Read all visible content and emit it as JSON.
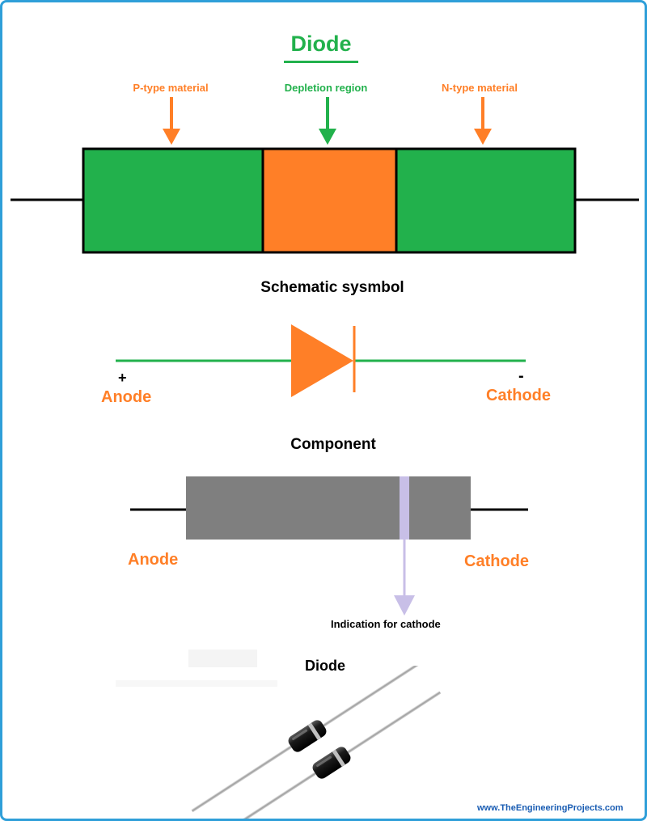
{
  "title": "Diode",
  "structure": {
    "p_label": "P-type material",
    "depletion_label": "Depletion region",
    "n_label": "N-type material"
  },
  "schematic": {
    "heading": "Schematic sysmbol",
    "plus": "+",
    "minus": "-",
    "anode": "Anode",
    "cathode": "Cathode"
  },
  "component": {
    "heading": "Component",
    "anode": "Anode",
    "cathode": "Cathode",
    "indication": "Indication for cathode"
  },
  "photo": {
    "heading": "Diode"
  },
  "watermark": "www.TheEngineeringProjects.com",
  "colors": {
    "green": "#22b14c",
    "orange": "#ff7f27",
    "gray": "#7f7f7f",
    "stripe": "#c8bfe7",
    "frame": "#2f9fd9",
    "watermark": "#1a5db3"
  }
}
